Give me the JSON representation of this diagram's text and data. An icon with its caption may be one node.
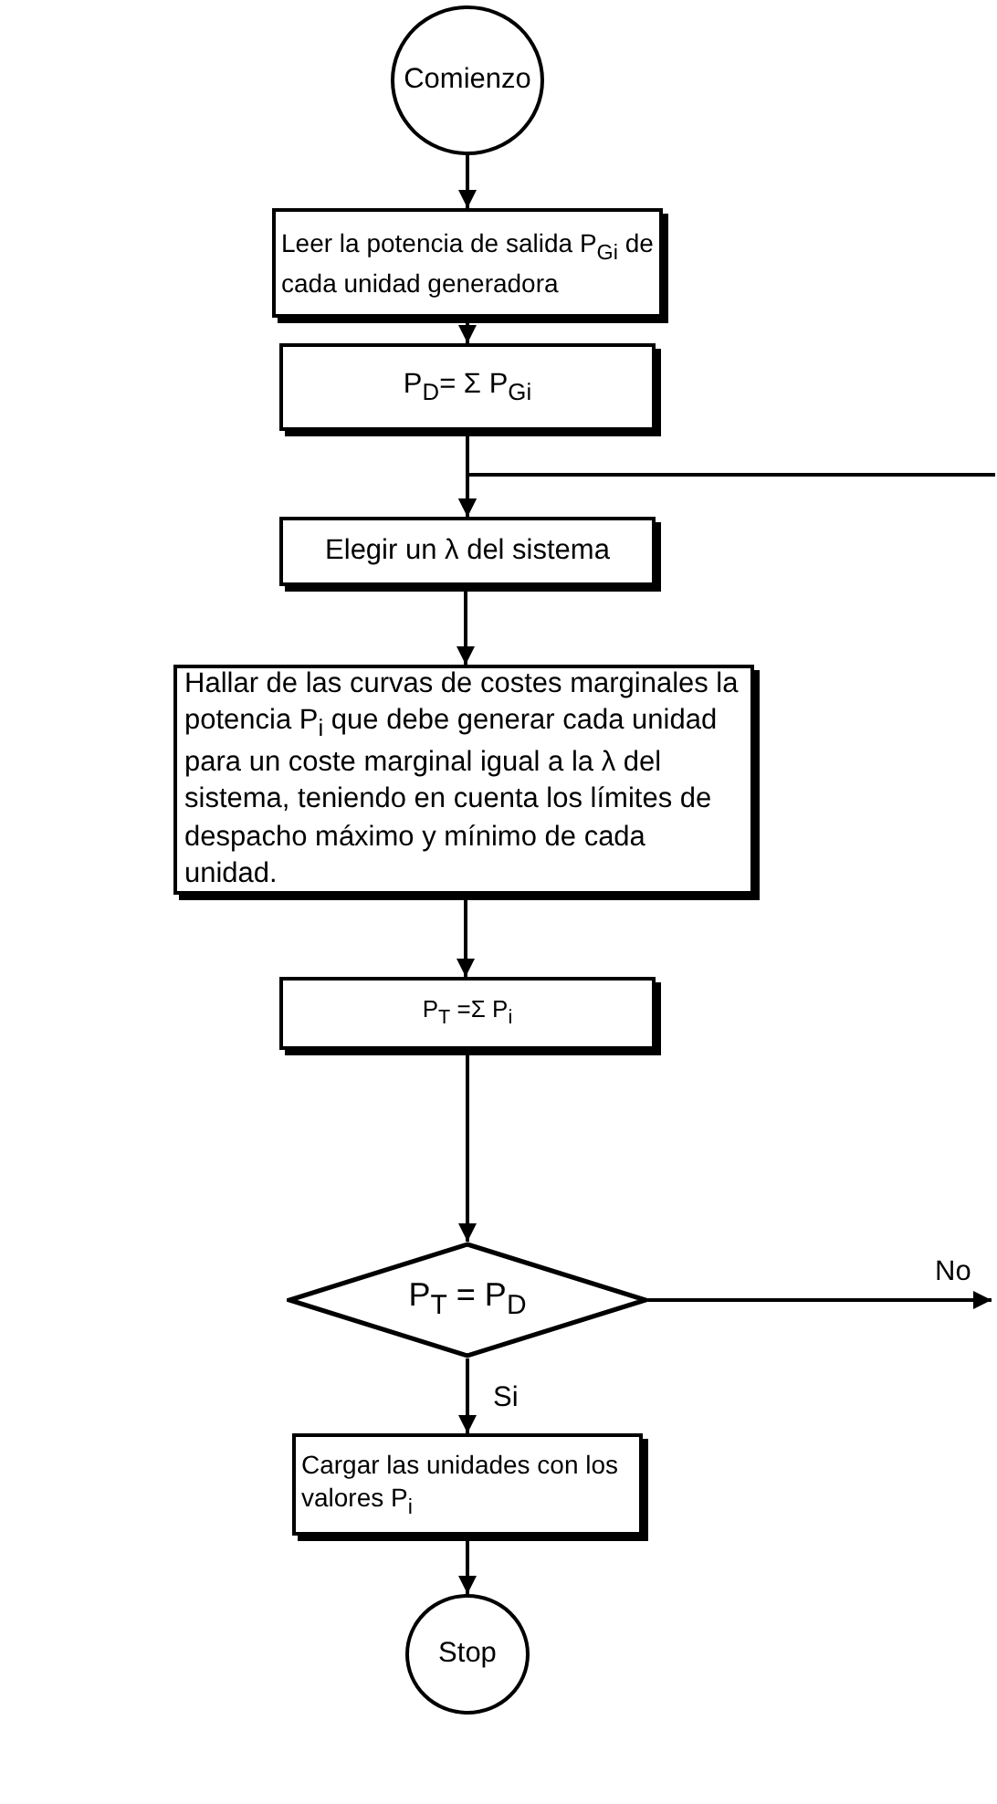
{
  "diagram": {
    "nodes": [
      {
        "text": [
          "Comienzo"
        ]
      },
      {
        "text": [
          "Leer la potencia de salida P$_{Gi}$ de cada unidad generadora"
        ]
      },
      {
        "text": [
          "P$_{D}$= Σ P$_{Gi}$"
        ]
      },
      {
        "text": [
          "Elegir un λ del sistema"
        ]
      },
      {
        "text": [
          "Hallar de las curvas de costes marginales la potencia P$_{i}$ que debe generar cada unidad para un coste marginal igual a la λ del sistema, teniendo en cuenta los límites de despacho máximo y mínimo de cada unidad."
        ]
      },
      {
        "text": [
          "P$_{T}$ =Σ P$_{i}$"
        ]
      },
      {
        "text": [
          "P$_{T}$ = P$_{D}$"
        ]
      },
      {
        "text": [
          "Cargar las unidades con los valores P$_{i}$"
        ]
      },
      {
        "text": [
          "Stop"
        ]
      }
    ],
    "edges": [
      {
        "from": 0,
        "to": 1,
        "arrow": "to"
      },
      {
        "from": 1,
        "to": 2,
        "arrow": "to"
      },
      {
        "from": 2,
        "to": 3,
        "arrow": "to"
      },
      {
        "from": 3,
        "to": 4,
        "arrow": "to"
      },
      {
        "from": 4,
        "to": 5,
        "arrow": "to"
      },
      {
        "from": 5,
        "to": 6,
        "arrow": "to"
      },
      {
        "from": 6,
        "to": 7,
        "arrow": "to",
        "label": "Si"
      },
      {
        "from": 7,
        "to": 8,
        "arrow": "to"
      },
      {
        "from": 6,
        "to": null,
        "arrow": "to",
        "label": "No"
      },
      {
        "from": null,
        "to": 3,
        "arrow": "to"
      }
    ]
  }
}
